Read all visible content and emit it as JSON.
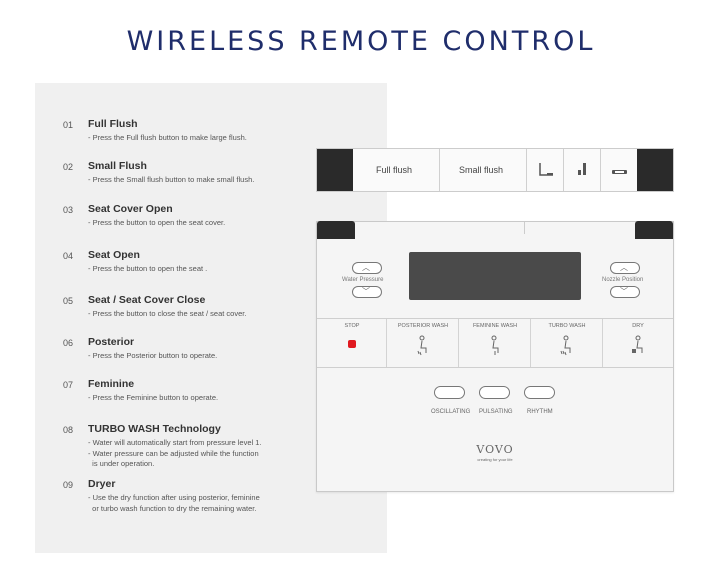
{
  "title": "WIRELESS REMOTE CONTROL",
  "items": [
    {
      "num": "01",
      "title": "Full Flush",
      "desc": [
        "- Press the Full flush button to make large flush."
      ]
    },
    {
      "num": "02",
      "title": "Small Flush",
      "desc": [
        "- Press the Small flush button to make small flush."
      ]
    },
    {
      "num": "03",
      "title": "Seat Cover Open",
      "desc": [
        "- Press the button to open the seat cover."
      ]
    },
    {
      "num": "04",
      "title": "Seat Open",
      "desc": [
        "- Press the button to open the seat ."
      ]
    },
    {
      "num": "05",
      "title": "Seat / Seat Cover Close",
      "desc": [
        "- Press the button to close the seat / seat cover."
      ]
    },
    {
      "num": "06",
      "title": "Posterior",
      "desc": [
        "- Press the Posterior button to operate."
      ]
    },
    {
      "num": "07",
      "title": "Feminine",
      "desc": [
        "- Press the Feminine button to operate."
      ]
    },
    {
      "num": "08",
      "title": "TURBO WASH Technology",
      "desc": [
        "- Water will automatically start from pressure level 1.",
        "- Water pressure can be adjusted while the function",
        "  is under operation."
      ]
    },
    {
      "num": "09",
      "title": "Dryer",
      "desc": [
        "- Use the dry function after using posterior, feminine",
        "  or turbo wash function to dry the remaining water."
      ]
    }
  ],
  "top_bar": {
    "full_flush": "Full flush",
    "small_flush": "Small flush",
    "icons": [
      "seat-cover-open-icon",
      "seat-open-icon",
      "seat-close-icon"
    ]
  },
  "remote": {
    "water_pressure": "Water Pressure",
    "nozzle_position": "Nozzle Position",
    "functions": [
      {
        "label": "STOP",
        "icon": "stop-icon"
      },
      {
        "label": "POSTERIOR WASH",
        "icon": "posterior-wash-icon"
      },
      {
        "label": "FEMININE WASH",
        "icon": "feminine-wash-icon"
      },
      {
        "label": "TURBO WASH",
        "icon": "turbo-wash-icon"
      },
      {
        "label": "DRY",
        "icon": "dry-icon"
      }
    ],
    "modes": [
      "OSCILLATING",
      "PULSATING",
      "RHYTHM"
    ],
    "brand": "VOVO",
    "tagline": "creating for your life",
    "stop_color": "#e0191f"
  }
}
